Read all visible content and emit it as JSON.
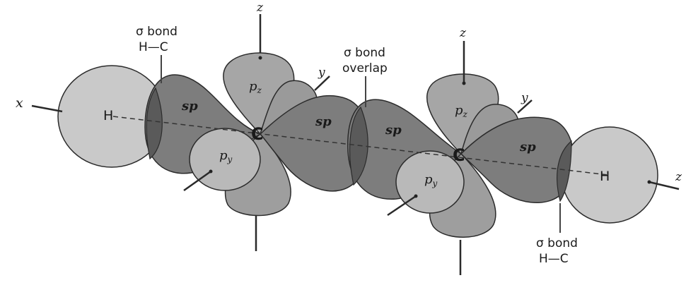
{
  "colors": {
    "background": "#ffffff",
    "hydrogen_s": "#c9c9c9",
    "sp_lobe": "#7d7d7d",
    "p_lobe": "#a6a6a6",
    "p_lobe_front": "#b9b9b9",
    "overlap": "#5a5a5a",
    "outline": "#2b2b2b"
  },
  "axes": {
    "x": "x",
    "y_left": "y",
    "y_right": "y",
    "z_left": "z",
    "z_right": "z",
    "z_far_right": "z"
  },
  "atoms": {
    "h_left": "H",
    "c_left": "C",
    "c_right": "C",
    "h_right": "H"
  },
  "orbitals": {
    "sp_1": "sp",
    "sp_2": "sp",
    "sp_3": "sp",
    "sp_4": "sp",
    "pz_left": "p",
    "pz_left_sub": "z",
    "py_left": "p",
    "py_left_sub": "y",
    "pz_right": "p",
    "pz_right_sub": "z",
    "py_right": "p",
    "py_right_sub": "y"
  },
  "labels": {
    "sigma_hc_left_line1": "σ bond",
    "sigma_hc_left_line2": "H—C",
    "sigma_cc_line1": "σ bond",
    "sigma_cc_line2": "overlap",
    "sigma_hc_right_line1": "σ bond",
    "sigma_hc_right_line2": "H—C"
  }
}
